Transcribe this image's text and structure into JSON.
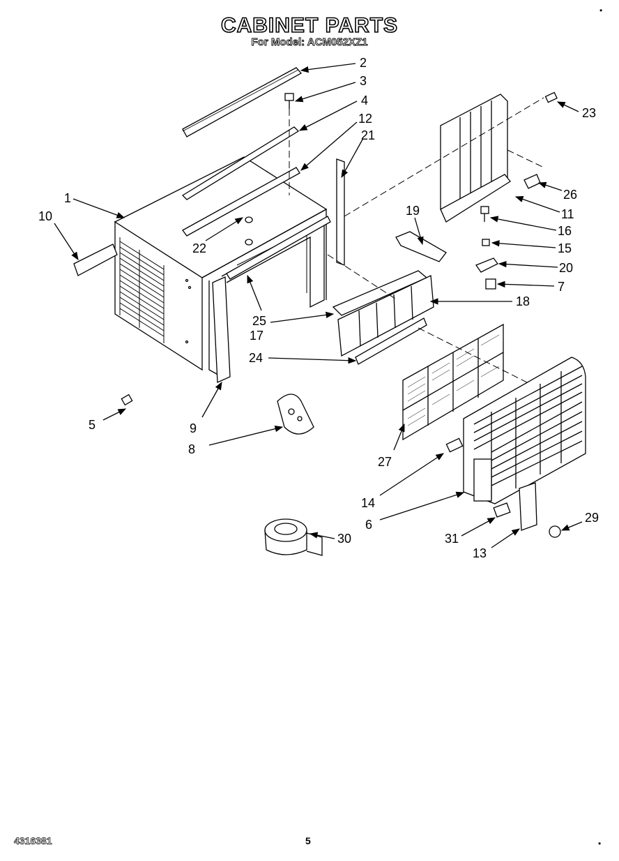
{
  "title": "CABINET PARTS",
  "subtitle": "For Model: ACM052XZ1",
  "footer": {
    "code": "4316381",
    "page": "5"
  },
  "corner_mark": "•",
  "callouts": [
    "1",
    "2",
    "3",
    "4",
    "5",
    "6",
    "7",
    "8",
    "9",
    "10",
    "11",
    "12",
    "13",
    "14",
    "15",
    "16",
    "17",
    "18",
    "19",
    "20",
    "21",
    "22",
    "23",
    "24",
    "25",
    "26",
    "27",
    "29",
    "30",
    "31"
  ]
}
